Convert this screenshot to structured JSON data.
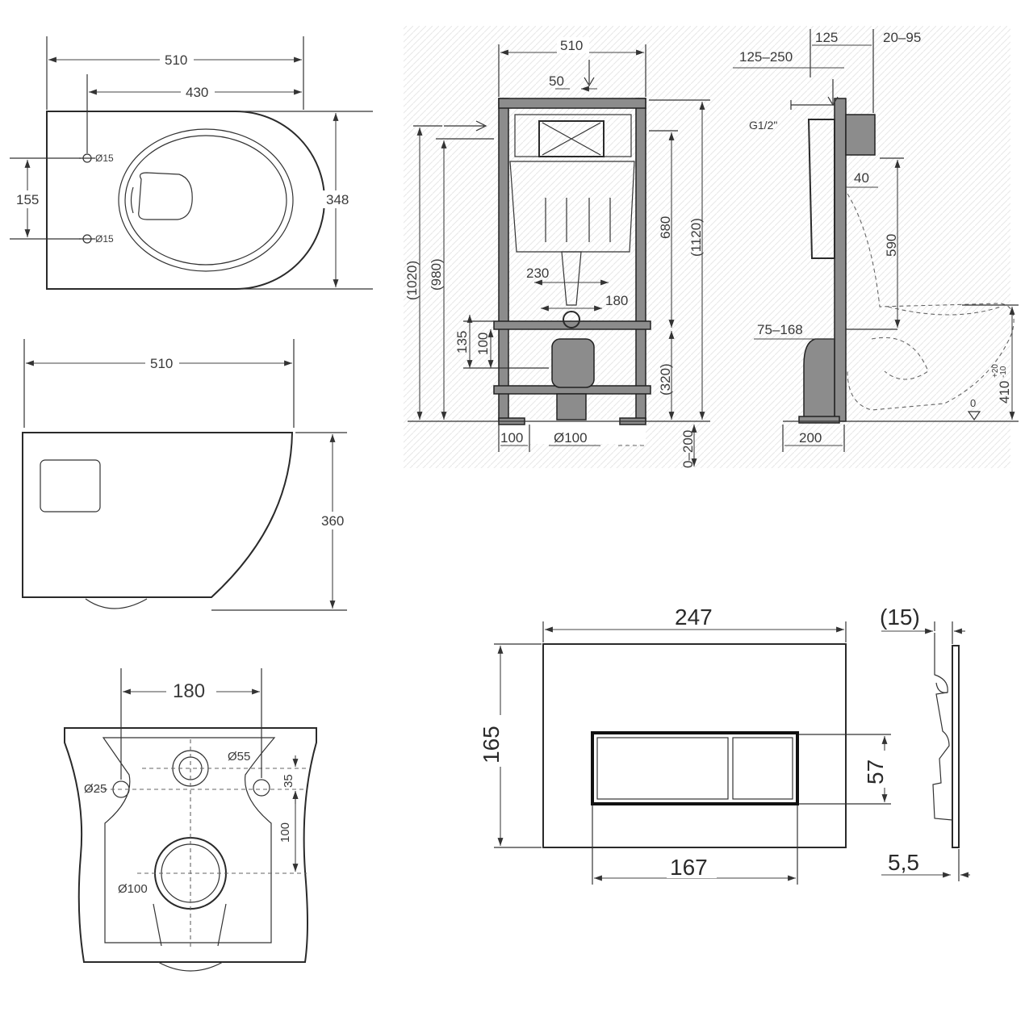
{
  "top_view": {
    "width_total": "510",
    "width_holes": "430",
    "hole_spacing": "155",
    "depth": "348",
    "hole_top_label": "Ø15",
    "hole_bottom_label": "Ø15"
  },
  "side_view": {
    "width": "510",
    "height": "360"
  },
  "rear_view": {
    "bolt_spacing": "180",
    "inlet_label": "Ø55",
    "bolt_label": "Ø25",
    "offset_35": "35",
    "offset_100": "100",
    "outlet_label": "Ø100"
  },
  "frame_front": {
    "width": "510",
    "offset_50": "50",
    "height_680": "680",
    "height_1120": "(1120)",
    "height_1020": "(1020)",
    "height_980": "(980)",
    "offset_230": "230",
    "offset_180": "180",
    "offset_135": "135",
    "offset_100": "100",
    "height_320": "(320)",
    "foot_100": "100",
    "outlet_diameter": "Ø100",
    "adjust_range": "0–200"
  },
  "frame_side": {
    "offset_125": "125",
    "range_20_95": "20–95",
    "range_125_250": "125–250",
    "inlet_thread": "G1/2\"",
    "offset_40": "40",
    "height_590": "590",
    "range_75_168": "75–168",
    "bowl_height_main": "410",
    "bowl_height_plus": "+20",
    "bowl_height_minus": "-10",
    "zero_level": "0",
    "depth_200": "200"
  },
  "flush_plate": {
    "width": "247",
    "height": "165",
    "button_height": "57",
    "button_width": "167",
    "depth_15": "(15)",
    "thickness": "5,5"
  }
}
